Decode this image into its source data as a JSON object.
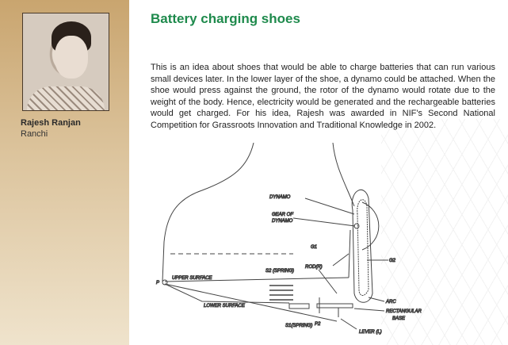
{
  "profile": {
    "name": "Rajesh Ranjan",
    "location": "Ranchi"
  },
  "article": {
    "title": "Battery charging shoes",
    "body": "This is an idea about shoes that would be able to charge batteries that can run various small devices later. In the lower layer of the shoe, a dynamo could be attached. When the shoe would press against the ground, the rotor of the dynamo would rotate due to the weight of the body. Hence, electricity would be generated and the rechargeable batteries would get charged. For his idea, Rajesh was awarded in NIF's Second National Competition for Grassroots Innovation and Traditional Knowledge in 2002."
  },
  "diagram": {
    "labels": {
      "dynamo": "DYNAMO",
      "gear": "GEAR OF",
      "gear2": "DYNAMO",
      "g1": "G1",
      "g2": "G2",
      "s2": "S2 (SPRING)",
      "rod": "ROD(R)",
      "upper": "UPPER SURFACE",
      "lower": "LOWER SURFACE",
      "arc": "ARC",
      "base1": "RECTANGULAR",
      "base2": "BASE",
      "s1": "S1(SPRING)",
      "p2": "P2",
      "lever": "LEVER (L)",
      "p": "P"
    }
  }
}
